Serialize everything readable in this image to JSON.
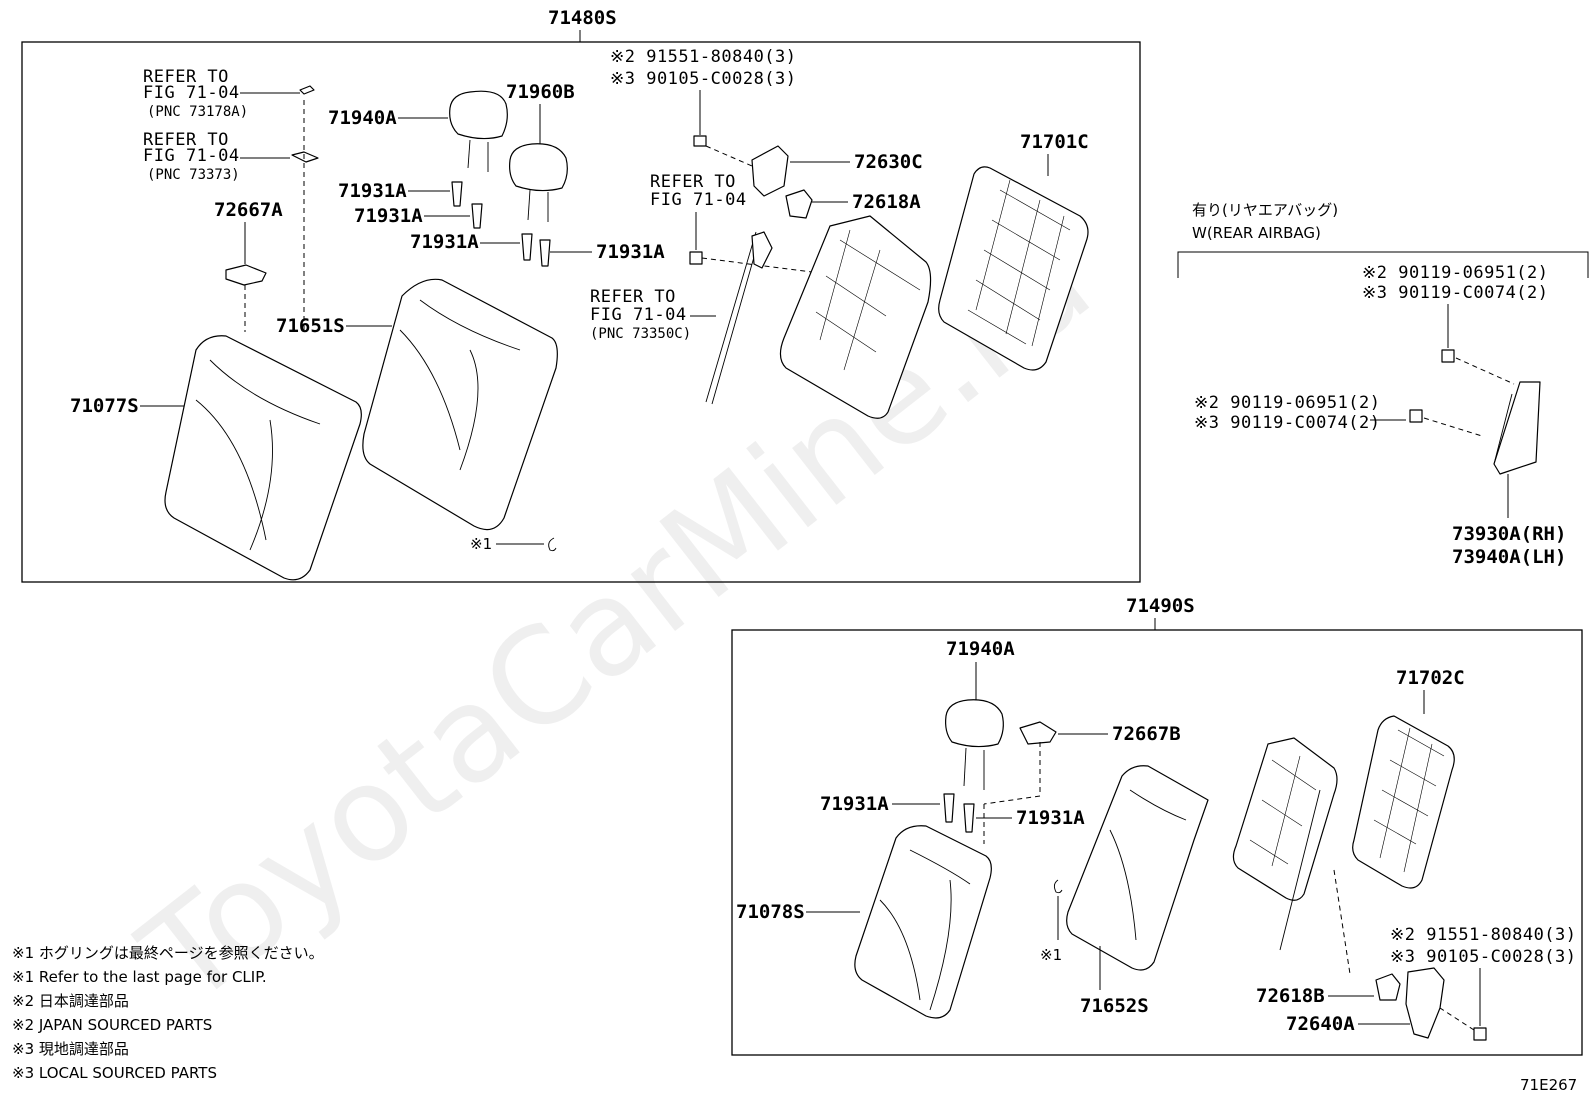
{
  "watermark": "ToyotaCarMine.ru",
  "diagram_code": "71E267",
  "assemblies": {
    "left": "71480S",
    "right": "71490S",
    "airbag_header_jp": "有り(リヤエアバッグ)",
    "airbag_header_en": "W(REAR AIRBAG)"
  },
  "refer": {
    "r1_line1": "REFER TO",
    "r1_line2": "FIG 71-04",
    "r1_line3": "(PNC 73178A)",
    "r2_line1": "REFER TO",
    "r2_line2": "FIG 71-04",
    "r2_line3": "(PNC 73373)",
    "r3_line1": "REFER TO",
    "r3_line2": "FIG 71-04",
    "r4_line1": "REFER TO",
    "r4_line2": "FIG 71-04",
    "r4_line3": "(PNC 73350C)"
  },
  "parts": {
    "p71940A": "71940A",
    "p71960B": "71960B",
    "p71931A_1": "71931A",
    "p71931A_2": "71931A",
    "p71931A_3": "71931A",
    "p71931A_4": "71931A",
    "p72667A": "72667A",
    "p71651S": "71651S",
    "p71077S": "71077S",
    "p72630C": "72630C",
    "p72618A": "72618A",
    "p71701C": "71701C",
    "p_clip_left": "※1",
    "bolt_top_a": "※2 91551-80840(3)",
    "bolt_top_b": "※3 90105-C0028(3)",
    "ab_bolt1_a": "※2 90119-06951(2)",
    "ab_bolt1_b": "※3 90119-C0074(2)",
    "ab_bolt2_a": "※2 90119-06951(2)",
    "ab_bolt2_b": "※3 90119-C0074(2)",
    "p73930A": "73930A(RH)",
    "p73940A": "73940A(LH)",
    "r71940A": "71940A",
    "r72667B": "72667B",
    "r71702C": "71702C",
    "r71931A_1": "71931A",
    "r71931A_2": "71931A",
    "r71078S": "71078S",
    "r_clip": "※1",
    "r71652S": "71652S",
    "r_bolt_a": "※2 91551-80840(3)",
    "r_bolt_b": "※3 90105-C0028(3)",
    "r72618B": "72618B",
    "r72640A": "72640A"
  },
  "notes": [
    "※1 ホグリングは最終ページを参照ください。",
    "※1 Refer to the last page for CLIP.",
    "※2 日本調達部品",
    "※2 JAPAN SOURCED PARTS",
    "※3 現地調達部品",
    "※3 LOCAL SOURCED PARTS"
  ]
}
